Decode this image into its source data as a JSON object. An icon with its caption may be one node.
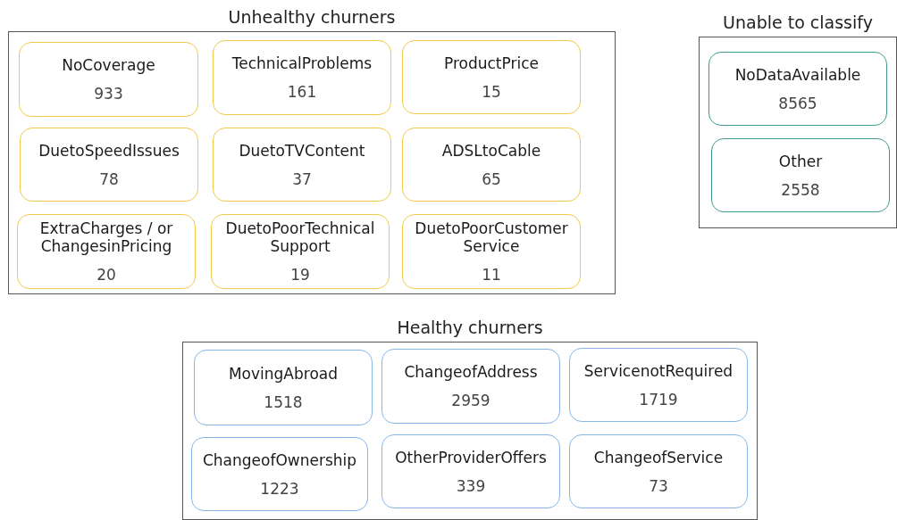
{
  "diagram": {
    "nodes": [
      {
        "text": [
          "Unhealthy churners"
        ]
      },
      {
        "text": [
          "NoCoverage",
          "933"
        ],
        "in": 0
      },
      {
        "text": [
          "TechnicalProblems",
          "161"
        ],
        "in": 0
      },
      {
        "text": [
          "ProductPrice",
          "15"
        ],
        "in": 0
      },
      {
        "text": [
          "DuetoSpeedIssues",
          "78"
        ],
        "in": 0
      },
      {
        "text": [
          "DuetoTVContent",
          "37"
        ],
        "in": 0
      },
      {
        "text": [
          "ADSLtoCable",
          "65"
        ],
        "in": 0
      },
      {
        "text": [
          "ExtraCharges / or ChangesinPricing",
          "20"
        ],
        "in": 0
      },
      {
        "text": [
          "DuetoPoorTechnical Support",
          "19"
        ],
        "in": 0
      },
      {
        "text": [
          "DuetoPoorCustomer Service",
          "11"
        ],
        "in": 0
      },
      {
        "text": [
          "Unable to classify"
        ]
      },
      {
        "text": [
          "NoDataAvailable",
          "8565"
        ],
        "in": 10
      },
      {
        "text": [
          "Other",
          "2558"
        ],
        "in": 10
      },
      {
        "text": [
          "Healthy churners"
        ]
      },
      {
        "text": [
          "MovingAbroad",
          "1518"
        ],
        "in": 13
      },
      {
        "text": [
          "ChangeofAddress",
          "2959"
        ],
        "in": 13
      },
      {
        "text": [
          "ServicenotRequired",
          "1719"
        ],
        "in": 13
      },
      {
        "text": [
          "ChangeofOwnership",
          "1223"
        ],
        "in": 13
      },
      {
        "text": [
          "OtherProviderOffers",
          "339"
        ],
        "in": 13
      },
      {
        "text": [
          "ChangeofService",
          "73"
        ],
        "in": 13
      }
    ]
  }
}
